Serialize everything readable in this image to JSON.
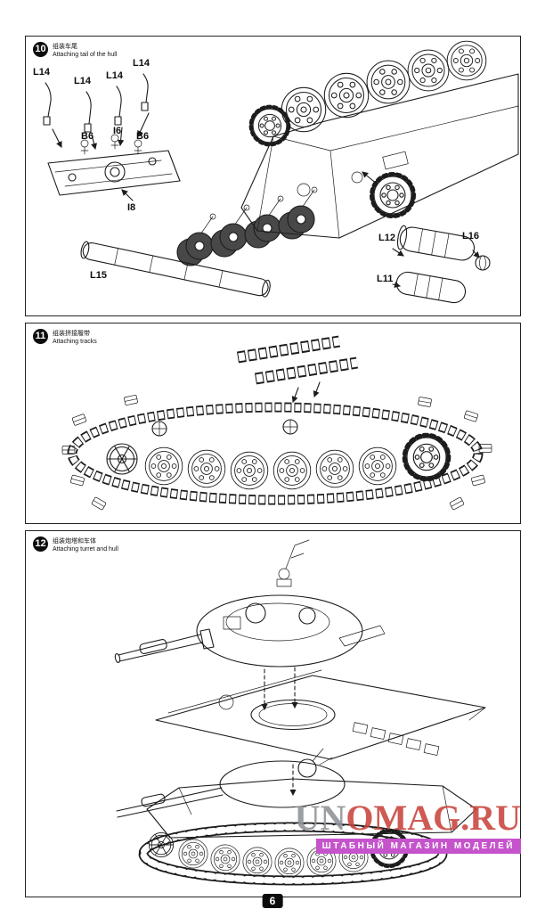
{
  "page": {
    "number": "6"
  },
  "watermark": {
    "part1": "UN",
    "part2": "O",
    "part3": "MAG.RU",
    "subtitle": "ШТАБНЫЙ МАГАЗИН МОДЕЛЕЙ",
    "title_gray_color": "#8e9297",
    "title_red_color": "#c8443c",
    "bar_color": "#c553cb"
  },
  "steps": [
    {
      "number": "10",
      "title_cn": "组装车尾",
      "title_en": "Attaching tail of the hull",
      "parts": {
        "l14a": "L14",
        "l14b": "L14",
        "l14c": "L14",
        "l14d": "L14",
        "b6a": "B6",
        "i6": "I6",
        "b6b": "B6",
        "i8": "I8",
        "l15": "L15",
        "l12": "L12",
        "l16": "L16",
        "l11": "L11"
      }
    },
    {
      "number": "11",
      "title_cn": "组装拼接履带",
      "title_en": "Attaching tracks"
    },
    {
      "number": "12",
      "title_cn": "组装炮塔和车体",
      "title_en": "Attaching turret and hull"
    }
  ]
}
